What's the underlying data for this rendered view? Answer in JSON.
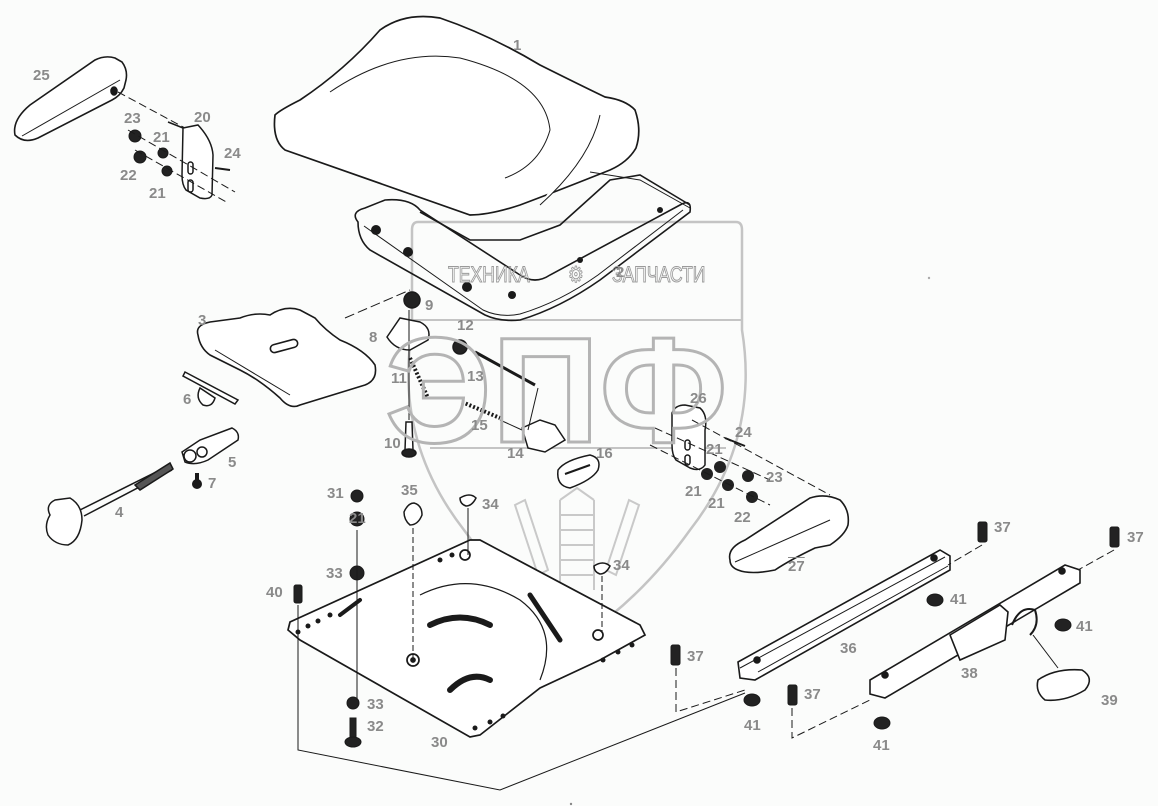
{
  "diagram": {
    "type": "exploded-parts-diagram",
    "subject": "tractor seat assembly",
    "watermark": {
      "line1_left": "ТЕХНИКА",
      "line1_right": "ЗАПЧАСТИ",
      "gear_symbol": "⚙",
      "logo_letters": "ЭПФ"
    },
    "parts": [
      {
        "id": "1",
        "name": "seat-cushion"
      },
      {
        "id": "2",
        "name": "seat-pan"
      },
      {
        "id": "3",
        "name": "cover"
      },
      {
        "id": "4",
        "name": "adjustment-knob-bolt"
      },
      {
        "id": "5",
        "name": "bracket"
      },
      {
        "id": "6",
        "name": "lever"
      },
      {
        "id": "7",
        "name": "screw"
      },
      {
        "id": "8",
        "name": "hinge-bracket"
      },
      {
        "id": "9",
        "name": "nut"
      },
      {
        "id": "10",
        "name": "bolt"
      },
      {
        "id": "11",
        "name": "spring"
      },
      {
        "id": "12",
        "name": "washer"
      },
      {
        "id": "13",
        "name": "rod"
      },
      {
        "id": "14",
        "name": "latch"
      },
      {
        "id": "15",
        "name": "spring"
      },
      {
        "id": "16",
        "name": "handle"
      },
      {
        "id": "20",
        "name": "armrest-bracket-left"
      },
      {
        "id": "21",
        "name": "washer"
      },
      {
        "id": "22",
        "name": "bolt"
      },
      {
        "id": "23",
        "name": "nut"
      },
      {
        "id": "24",
        "name": "pin"
      },
      {
        "id": "25",
        "name": "armrest-left"
      },
      {
        "id": "26",
        "name": "armrest-bracket-right"
      },
      {
        "id": "27",
        "name": "armrest-right"
      },
      {
        "id": "30",
        "name": "base-plate"
      },
      {
        "id": "31",
        "name": "nut"
      },
      {
        "id": "32",
        "name": "bolt"
      },
      {
        "id": "33",
        "name": "bushing"
      },
      {
        "id": "34",
        "name": "plug"
      },
      {
        "id": "35",
        "name": "pivot-bolt"
      },
      {
        "id": "36",
        "name": "slide-rail"
      },
      {
        "id": "37",
        "name": "screw"
      },
      {
        "id": "38",
        "name": "slide-rail-with-lock"
      },
      {
        "id": "39",
        "name": "release-handle"
      },
      {
        "id": "40",
        "name": "screw"
      },
      {
        "id": "41",
        "name": "spacer"
      }
    ],
    "callouts": [
      {
        "key": "c1",
        "text": "1"
      },
      {
        "key": "c2",
        "text": "2"
      },
      {
        "key": "c3",
        "text": "3"
      },
      {
        "key": "c4",
        "text": "4"
      },
      {
        "key": "c5",
        "text": "5"
      },
      {
        "key": "c6",
        "text": "6"
      },
      {
        "key": "c7",
        "text": "7"
      },
      {
        "key": "c8",
        "text": "8"
      },
      {
        "key": "c9",
        "text": "9"
      },
      {
        "key": "c10",
        "text": "10"
      },
      {
        "key": "c11",
        "text": "11"
      },
      {
        "key": "c12",
        "text": "12"
      },
      {
        "key": "c13",
        "text": "13"
      },
      {
        "key": "c14",
        "text": "14"
      },
      {
        "key": "c15",
        "text": "15"
      },
      {
        "key": "c16",
        "text": "16"
      },
      {
        "key": "c20",
        "text": "20"
      },
      {
        "key": "c21a",
        "text": "21"
      },
      {
        "key": "c21b",
        "text": "21"
      },
      {
        "key": "c21c",
        "text": "21"
      },
      {
        "key": "c21d",
        "text": "21"
      },
      {
        "key": "c21e",
        "text": "21"
      },
      {
        "key": "c21f",
        "text": "21"
      },
      {
        "key": "c22a",
        "text": "22"
      },
      {
        "key": "c22b",
        "text": "22"
      },
      {
        "key": "c23a",
        "text": "23"
      },
      {
        "key": "c23b",
        "text": "23"
      },
      {
        "key": "c24a",
        "text": "24"
      },
      {
        "key": "c24b",
        "text": "24"
      },
      {
        "key": "c25",
        "text": "25"
      },
      {
        "key": "c26",
        "text": "26"
      },
      {
        "key": "c27",
        "text": "27"
      },
      {
        "key": "c30",
        "text": "30"
      },
      {
        "key": "c31",
        "text": "31"
      },
      {
        "key": "c32",
        "text": "32"
      },
      {
        "key": "c33a",
        "text": "33"
      },
      {
        "key": "c33b",
        "text": "33"
      },
      {
        "key": "c34a",
        "text": "34"
      },
      {
        "key": "c34b",
        "text": "34"
      },
      {
        "key": "c35",
        "text": "35"
      },
      {
        "key": "c36",
        "text": "36"
      },
      {
        "key": "c37a",
        "text": "37"
      },
      {
        "key": "c37b",
        "text": "37"
      },
      {
        "key": "c37c",
        "text": "37"
      },
      {
        "key": "c37d",
        "text": "37"
      },
      {
        "key": "c38",
        "text": "38"
      },
      {
        "key": "c39",
        "text": "39"
      },
      {
        "key": "c40",
        "text": "40"
      },
      {
        "key": "c41a",
        "text": "41"
      },
      {
        "key": "c41b",
        "text": "41"
      },
      {
        "key": "c41c",
        "text": "41"
      },
      {
        "key": "c41d",
        "text": "41"
      }
    ],
    "colors": {
      "line": "#1a1a1a",
      "label": "#8a8a8a",
      "watermark": "#b4b4b4",
      "background": "#fbfcfb"
    }
  }
}
